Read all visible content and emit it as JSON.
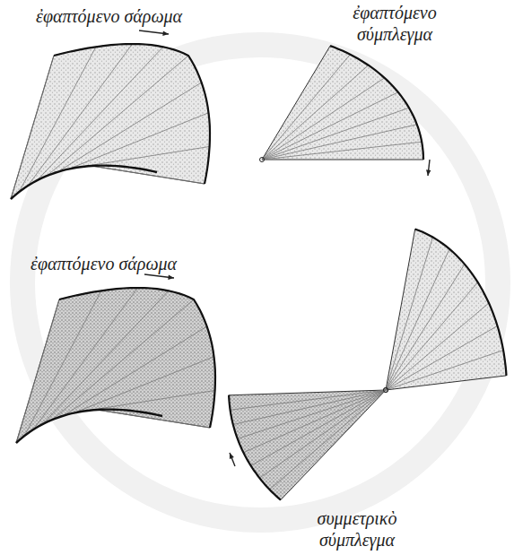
{
  "diagram": {
    "labels": [
      "ἐφαπτόμενο σάρωμα",
      "ἐφαπτόμενο σύμπλεγμα",
      "ἐφαπτόμενο σάρωμα",
      "συμμετρικὸ σύμπλεγμα"
    ]
  }
}
